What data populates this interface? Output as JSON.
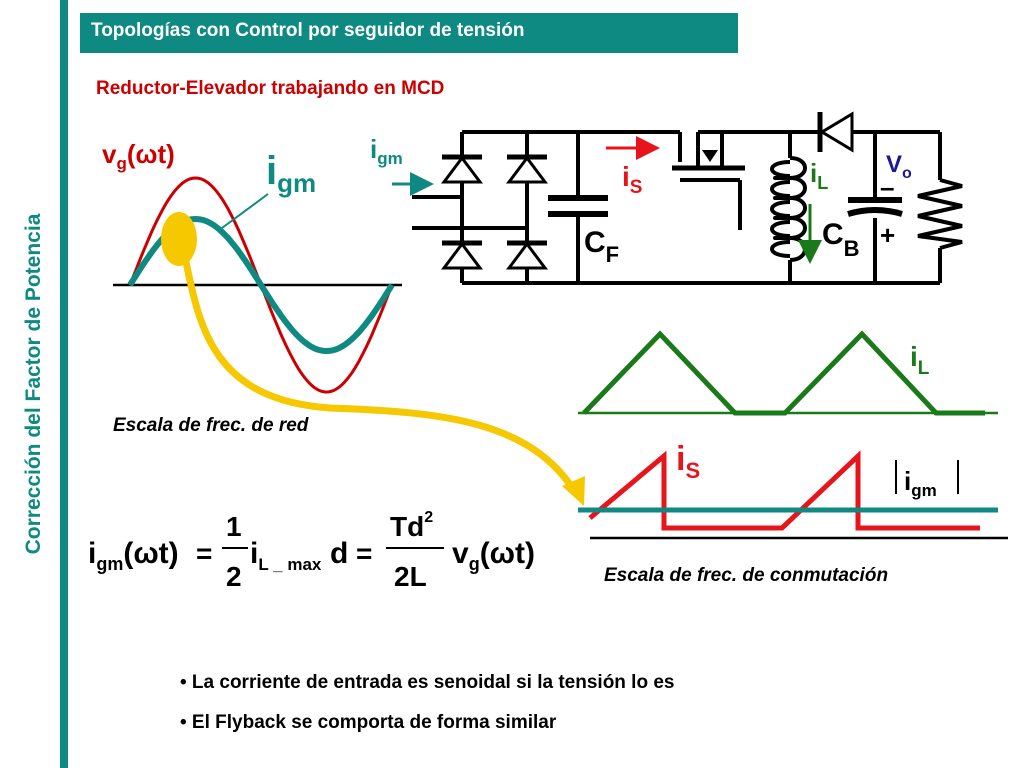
{
  "slide": {
    "title": "Topologías con Control por seguidor de tensión",
    "subtitle": "Reductor-Elevador trabajando en MCD",
    "side_title": "Corrección del Factor de Potencia"
  },
  "labels": {
    "vg": "v",
    "vg_sub": "g",
    "omega_t": "(ωt)",
    "igm_big": "i",
    "igm_big_sub": "gm",
    "igm_circuit": "i",
    "igm_circuit_sub": "gm",
    "is": "i",
    "is_sub": "S",
    "il": "i",
    "il_sub": "L",
    "vo": "V",
    "vo_sub": "o",
    "minus": "–",
    "plus": "+",
    "cf": "C",
    "cf_sub": "F",
    "cb": "C",
    "cb_sub": "B",
    "il_wave": "i",
    "il_wave_sub": "L",
    "is_wave": "i",
    "is_wave_sub": "S",
    "igm_abs": "i",
    "igm_abs_sub": "gm"
  },
  "captions": {
    "grid": "Escala de frec. de red",
    "switching": "Escala de frec. de conmutación"
  },
  "equation": {
    "lhs": "i",
    "lhs_sub": "gm",
    "lhs_arg": "(ωt)",
    "eq1": "=",
    "frac1_num": "1",
    "frac1_den": "2",
    "il": "i",
    "il_sub": "L _ max",
    "d": "d",
    "eq2": "=",
    "frac2_num": "Td",
    "frac2_num_sup": "2",
    "frac2_den": "2L",
    "vg": "v",
    "vg_sub": "g",
    "vg_arg": "(ωt)"
  },
  "bullets": [
    "• La corriente de entrada es senoidal si la tensión lo es",
    "• El Flyback se comporta de forma similar"
  ],
  "colors": {
    "teal": "#0f8a82",
    "red": "#cc0000",
    "bright_red": "#e8141c",
    "green": "#1a7a1a",
    "yellow": "#f5c800",
    "navy": "#1a1a99"
  }
}
